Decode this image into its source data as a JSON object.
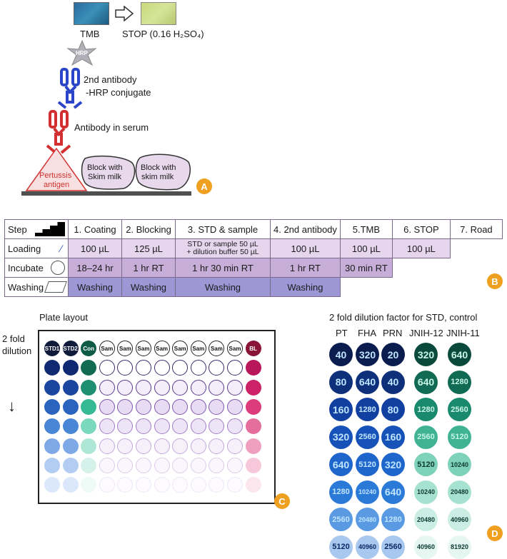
{
  "panelA": {
    "tmb_label": "TMB",
    "stop_label": "STOP (0.16 H₂SO₄)",
    "hrp_label": "HRP",
    "second_ab_line1": "2nd antibody",
    "second_ab_line2": "-HRP conjugate",
    "antibody_serum": "Antibody in serum",
    "antigen_line1": "Pertussis",
    "antigen_line2": "antigen",
    "block1_line1": "Block with",
    "block1_line2": "Skim milk",
    "block2_line1": "Block with",
    "block2_line2": "skim milk",
    "badge": "A"
  },
  "panelB": {
    "badge": "B",
    "headers": [
      "Step",
      "1. Coating",
      "2. Blocking",
      "3. STD & sample",
      "4. 2nd antibody",
      "5.TMB",
      "6. STOP",
      "7. Road"
    ],
    "loading": {
      "label": "Loading",
      "values": [
        "100 µL",
        "125 µL",
        "STD or sample 50 µL",
        "+ dilution buffer 50 µL",
        "100 µL",
        "100 µL",
        "100 µL"
      ]
    },
    "incubate": {
      "label": "Incubate",
      "values": [
        "18–24 hr",
        "1 hr RT",
        "1 hr 30 min RT",
        "1 hr RT",
        "30 min RT"
      ]
    },
    "washing": {
      "label": "Washing",
      "values": [
        "Washing",
        "Washing",
        "Washing",
        "Washing"
      ]
    }
  },
  "panelC": {
    "badge": "C",
    "title": "Plate layout",
    "side_line1": "2 fold",
    "side_line2": "dilution",
    "arrow": "↓",
    "top_labels": [
      "STD1",
      "STD2",
      "Con",
      "Sam",
      "Sam",
      "Sam",
      "Sam",
      "Sam",
      "Sam",
      "Sam",
      "Sam",
      "BL"
    ]
  },
  "panelD": {
    "badge": "D",
    "title": "2 fold dilution factor for STD, control",
    "columns": [
      {
        "name": "PT",
        "values": [
          "40",
          "80",
          "160",
          "320",
          "640",
          "1280",
          "2560",
          "5120"
        ]
      },
      {
        "name": "FHA",
        "values": [
          "320",
          "640",
          "1280",
          "2560",
          "5120",
          "10240",
          "20480",
          "40960"
        ]
      },
      {
        "name": "PRN",
        "values": [
          "20",
          "40",
          "80",
          "160",
          "320",
          "640",
          "1280",
          "2560"
        ]
      },
      {
        "name": "JNIH-12",
        "values": [
          "320",
          "640",
          "1280",
          "2560",
          "5120",
          "10240",
          "20480",
          "40960"
        ]
      },
      {
        "name": "JNIH-11",
        "values": [
          "640",
          "1280",
          "2560",
          "5120",
          "10240",
          "20480",
          "40960",
          "81920"
        ]
      }
    ]
  },
  "colors": {
    "badge": "#f0a020",
    "antigen_red": "#d23030",
    "second_ab_blue": "#2a45c8",
    "loading_fill": "#e5d6ee",
    "incubate_fill": "#c7aed8",
    "washing_fill": "#9e97d6"
  }
}
